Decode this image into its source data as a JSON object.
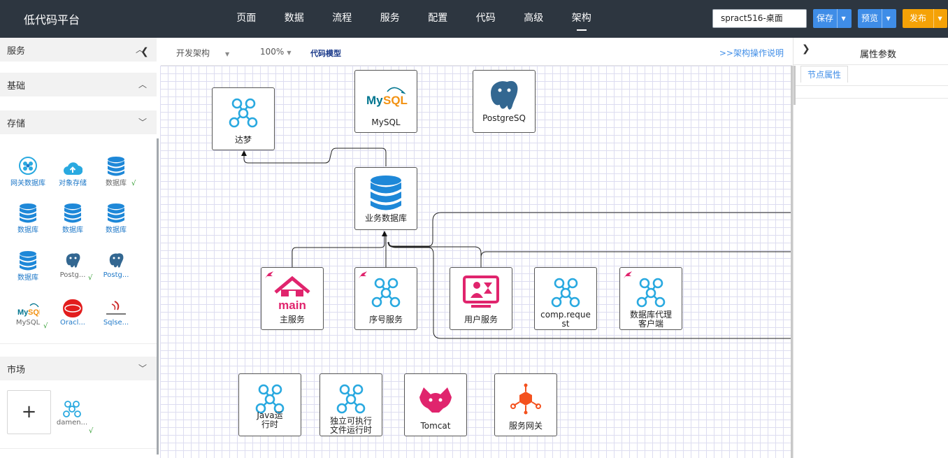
{
  "header": {
    "brand": "低代码平台",
    "nav": [
      "页面",
      "数据",
      "流程",
      "服务",
      "配置",
      "代码",
      "高级",
      "架构"
    ],
    "active_nav": "架构",
    "project": "spract516-桌面",
    "save_label": "保存",
    "preview_label": "预览",
    "publish_label": "发布"
  },
  "sidebar": {
    "sections": {
      "service": "服务",
      "basic": "基础",
      "storage": "存储",
      "market": "市场"
    },
    "storage_items": [
      {
        "label": "网关数据库",
        "icon": "gateway-db-icon"
      },
      {
        "label": "对象存储",
        "icon": "cloud-upload-icon"
      },
      {
        "label": "数据库",
        "icon": "database-icon",
        "checked": true
      },
      {
        "label": "数据库",
        "icon": "database-icon"
      },
      {
        "label": "数据库",
        "icon": "database-icon"
      },
      {
        "label": "数据库",
        "icon": "database-icon"
      },
      {
        "label": "数据库",
        "icon": "database-icon"
      },
      {
        "label": "Postg...",
        "icon": "postgresql-icon",
        "checked": true
      },
      {
        "label": "Postg...",
        "icon": "postgresql-icon"
      },
      {
        "label": "MySQL",
        "icon": "mysql-icon",
        "checked": true
      },
      {
        "label": "Oracl...",
        "icon": "oracle-icon"
      },
      {
        "label": "Sqlse...",
        "icon": "sqlserver-icon"
      }
    ],
    "market_items": [
      {
        "label": "damen...",
        "icon": "network-node-icon",
        "checked": true
      }
    ],
    "add_label": "+"
  },
  "toolbar": {
    "arch_select": "开发架构",
    "zoom": "100%",
    "code_model": "代码模型",
    "help_link": ">>架构操作说明"
  },
  "canvas": {
    "nodes": {
      "dameng": "达梦",
      "mysql": "MySQL",
      "postgres": "PostgreSQ",
      "business_db": "业务数据库",
      "main_service": "主服务",
      "seq_service": "序号服务",
      "user_service": "用户服务",
      "comp_request": "comp.request",
      "db_proxy": "数据库代理客户端",
      "java_runtime": "Java运行时",
      "exec_runtime": "独立可执行文件运行时",
      "tomcat": "Tomcat",
      "gateway": "服务网关"
    }
  },
  "right_panel": {
    "title": "属性参数",
    "tab": "节点属性"
  },
  "colors": {
    "topbar": "#2d3640",
    "blue": "#3f8de7",
    "orange": "#f5a207",
    "pink": "#e0246d",
    "cyan": "#29a9e0"
  }
}
